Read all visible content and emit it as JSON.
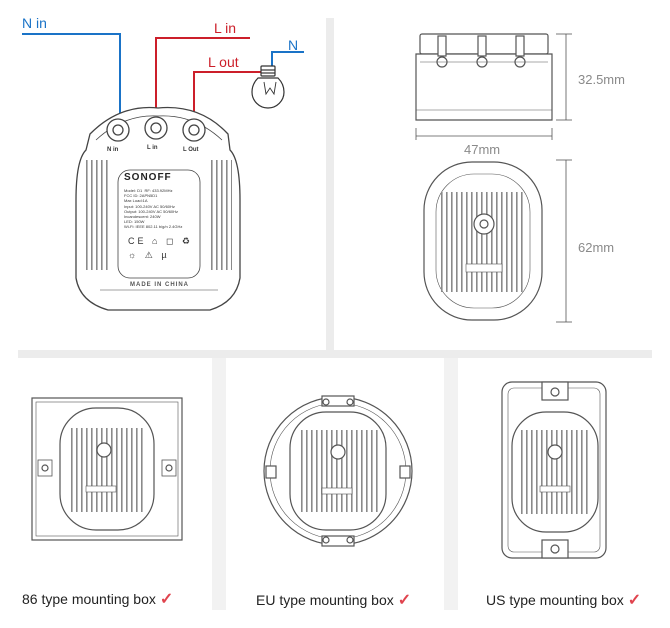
{
  "wiring": {
    "n_in": "N in",
    "l_in": "L in",
    "l_out": "L out",
    "n_load": "N",
    "port_n_in": "N in",
    "port_l_in": "L in",
    "port_l_out": "L Out"
  },
  "device_label": {
    "brand": "SONOFF",
    "model": "Model: D1",
    "rf": "RF: 433.92MHz",
    "fcc": "FCC ID: 2APN5D1",
    "max_load": "Max Load:1A",
    "input": "Input: 100-240V AC 50/60Hz",
    "output": "Output: 100-240V AC 50/60Hz",
    "incandescent": "Incandescent: 240W",
    "led": "LED: 150W",
    "wifi": "Wi-Fi: IEEE 802.11 b/g/n 2.4GHz",
    "made_in": "MADE IN CHINA"
  },
  "dimensions": {
    "height": "32.5mm",
    "width": "47mm",
    "length": "62mm"
  },
  "mounting": [
    {
      "label": "86 type mounting box",
      "check": "✓"
    },
    {
      "label": "EU type mounting box",
      "check": "✓"
    },
    {
      "label": "US type mounting box",
      "check": "✓"
    }
  ],
  "colors": {
    "neutral_wire": "#1a73c7",
    "live_wire": "#cc1f2a",
    "check": "#e0444e",
    "divider": "#e8e8e8"
  }
}
